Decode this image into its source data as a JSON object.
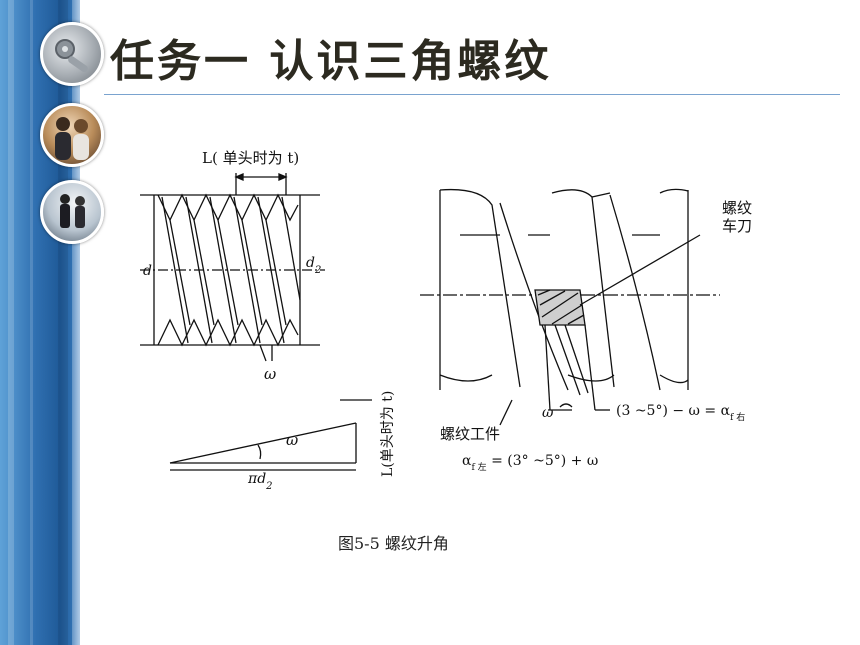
{
  "slide": {
    "title": "任务一  认识三角螺纹",
    "caption": "图5-5 螺纹升角"
  },
  "figure": {
    "left": {
      "lead_label": "L( 单头时为 t)",
      "d_label": "d",
      "d2_label": "d",
      "d2_sub": "2",
      "omega_label": "ω"
    },
    "triangle": {
      "omega_label": "ω",
      "base_label": "πd",
      "base_sub": "2",
      "side_label": "L(单头时为 t)"
    },
    "right": {
      "tool_label_line1": "螺纹",
      "tool_label_line2": "车刀",
      "workpiece_label": "螺纹工件",
      "omega_label": "ω",
      "formula_back": "(3 ~5°) − ω = α",
      "formula_back_sub": "f 右",
      "formula_front_prefix": "α",
      "formula_front_sub": "f 左",
      "formula_front_rest": " = (3° ~5°) + ω"
    }
  },
  "theme": {
    "band_color": "#2f6fb0",
    "rule_color": "#7aa3cf",
    "title_color": "#2c2a20"
  }
}
